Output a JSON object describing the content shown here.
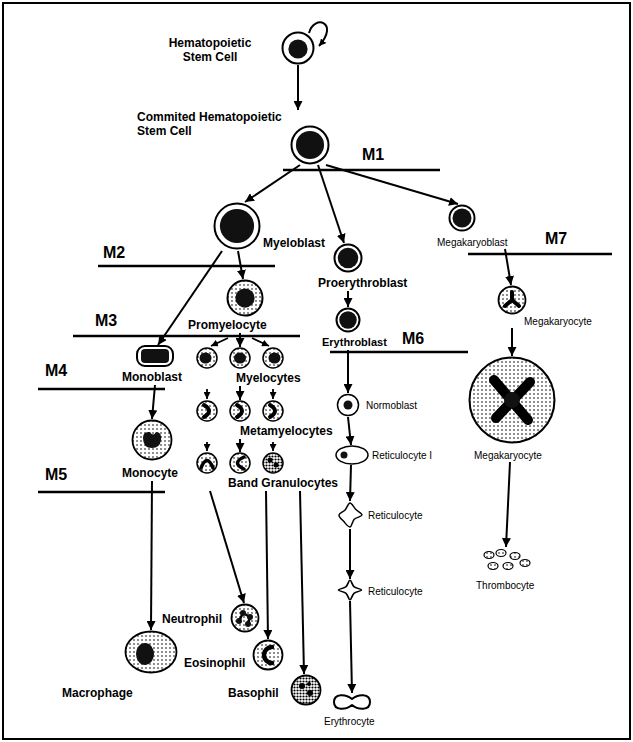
{
  "diagram": {
    "nodes": [
      {
        "text": [
          "Hematopoietic Stem Cell"
        ]
      },
      {
        "text": [
          "Commited Hematopoietic Stem Cell"
        ]
      },
      {
        "text": [
          "Myeloblast"
        ]
      },
      {
        "text": [
          "Megakaryoblast"
        ]
      },
      {
        "text": [
          "Proerythroblast"
        ]
      },
      {
        "text": [
          "Promyelocyte"
        ]
      },
      {
        "text": [
          "Megakaryocyte"
        ]
      },
      {
        "text": [
          "Erythroblast"
        ]
      },
      {
        "text": [
          "Monoblast"
        ]
      },
      {
        "text": [
          "Myelocytes"
        ]
      },
      {
        "text": [
          "Megakaryocyte"
        ]
      },
      {
        "text": [
          "Normoblast"
        ]
      },
      {
        "text": [
          "Metamyelocytes"
        ]
      },
      {
        "text": [
          "Monocyte"
        ]
      },
      {
        "text": [
          "Reticulocyte I"
        ]
      },
      {
        "text": [
          "Band Granulocytes"
        ]
      },
      {
        "text": [
          "Reticulocyte"
        ]
      },
      {
        "text": [
          "Thrombocyte"
        ]
      },
      {
        "text": [
          "Reticulocyte"
        ]
      },
      {
        "text": [
          "Neutrophil"
        ]
      },
      {
        "text": [
          "Macrophage"
        ]
      },
      {
        "text": [
          "Eosinophil"
        ]
      },
      {
        "text": [
          "Basophil"
        ]
      },
      {
        "text": [
          "Erythrocyte"
        ]
      }
    ],
    "edges": [
      {
        "from": 0,
        "to": 1,
        "arrow": "to"
      },
      {
        "from": 1,
        "to": 2,
        "arrow": "to"
      },
      {
        "from": 1,
        "to": 4,
        "arrow": "to"
      },
      {
        "from": 1,
        "to": 3,
        "arrow": "to"
      },
      {
        "from": 2,
        "to": 5,
        "arrow": "to"
      },
      {
        "from": 2,
        "to": 8,
        "arrow": "to"
      },
      {
        "from": 3,
        "to": 6,
        "arrow": "to"
      },
      {
        "from": 4,
        "to": 7,
        "arrow": "to"
      },
      {
        "from": 5,
        "to": 9,
        "arrow": "to"
      },
      {
        "from": 6,
        "to": 10,
        "arrow": "to"
      },
      {
        "from": 7,
        "to": 11,
        "arrow": "to"
      },
      {
        "from": 8,
        "to": 13,
        "arrow": "to"
      },
      {
        "from": 9,
        "to": 12,
        "arrow": "to"
      },
      {
        "from": 10,
        "to": 17,
        "arrow": "to"
      },
      {
        "from": 11,
        "to": 14,
        "arrow": "to"
      },
      {
        "from": 12,
        "to": 15,
        "arrow": "to"
      },
      {
        "from": 13,
        "to": 20,
        "arrow": "to"
      },
      {
        "from": 14,
        "to": 16,
        "arrow": "to"
      },
      {
        "from": 15,
        "to": 19,
        "arrow": "to"
      },
      {
        "from": 15,
        "to": 21,
        "arrow": "to"
      },
      {
        "from": 15,
        "to": 22,
        "arrow": "to"
      },
      {
        "from": 16,
        "to": 18,
        "arrow": "to"
      },
      {
        "from": 18,
        "to": 23,
        "arrow": "to"
      }
    ],
    "labels": [
      "M1",
      "M2",
      "M3",
      "M4",
      "M5",
      "M6",
      "M7"
    ]
  }
}
